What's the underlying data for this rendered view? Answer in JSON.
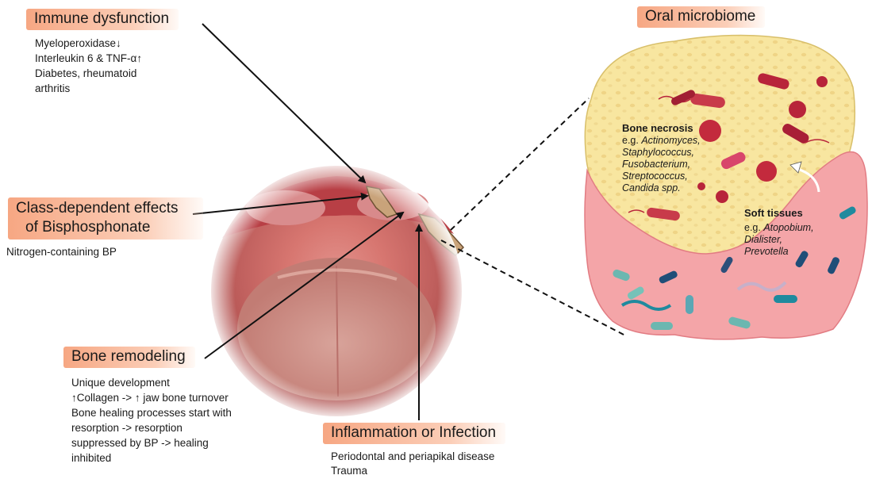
{
  "immune": {
    "title": "Immune dysfunction",
    "lines": [
      "Myeloperoxidase↓",
      "Interleukin 6 & TNF-α↑",
      "Diabetes, rheumatoid",
      "arthritis"
    ]
  },
  "class_effects": {
    "title_line1": "Class-dependent effects",
    "title_line2": "of Bisphosphonate",
    "lines": [
      "Nitrogen-containing BP"
    ]
  },
  "remodeling": {
    "title": "Bone remodeling",
    "lines": [
      "Unique development",
      "↑Collagen -> ↑ jaw bone turnover",
      "Bone healing processes start with",
      "resorption -> resorption",
      "suppressed by BP -> healing",
      "inhibited"
    ]
  },
  "inflammation": {
    "title": "Inflammation or Infection",
    "lines": [
      "Periodontal and periapikal disease",
      "Trauma"
    ]
  },
  "microbiome": {
    "title": "Oral microbiome",
    "bone_necrosis": {
      "title": "Bone necrosis",
      "prefix": "e.g. ",
      "examples": [
        "Actinomyces,",
        "Staphylococcus,",
        "Fusobacterium,",
        "Streptococcus,",
        "Candida spp."
      ]
    },
    "soft_tissues": {
      "title": "Soft tissues",
      "prefix": "e.g. ",
      "examples": [
        "Atopobium,",
        "Dialister,",
        "Prevotella"
      ]
    }
  },
  "colors": {
    "heading_bg": "#f6a27c",
    "bone_fill": "#f8e6a0",
    "tissue_fill": "#f4a5a8",
    "photo_red": "#c85a56"
  }
}
